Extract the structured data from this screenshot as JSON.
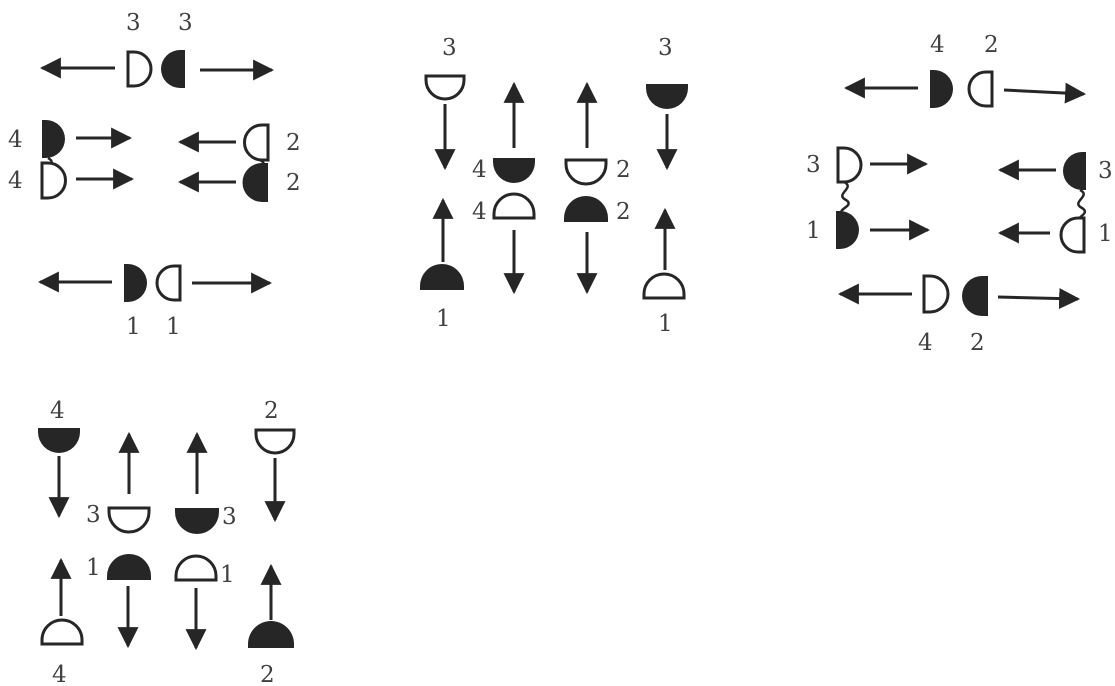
{
  "panels": [
    {
      "id": "panel-1",
      "labels": [
        "3",
        "3",
        "4",
        "2",
        "4",
        "2",
        "1",
        "1"
      ]
    },
    {
      "id": "panel-2",
      "labels": [
        "3",
        "3",
        "4",
        "2",
        "4",
        "2",
        "1",
        "1"
      ]
    },
    {
      "id": "panel-3",
      "labels": [
        "4",
        "2",
        "3",
        "3",
        "1",
        "1",
        "4",
        "2"
      ]
    },
    {
      "id": "panel-4",
      "labels": [
        "4",
        "2",
        "3",
        "3",
        "1",
        "1",
        "4",
        "2"
      ]
    }
  ],
  "colors": {
    "ink": "#262626",
    "label": "#404040",
    "background": "#ffffff"
  }
}
